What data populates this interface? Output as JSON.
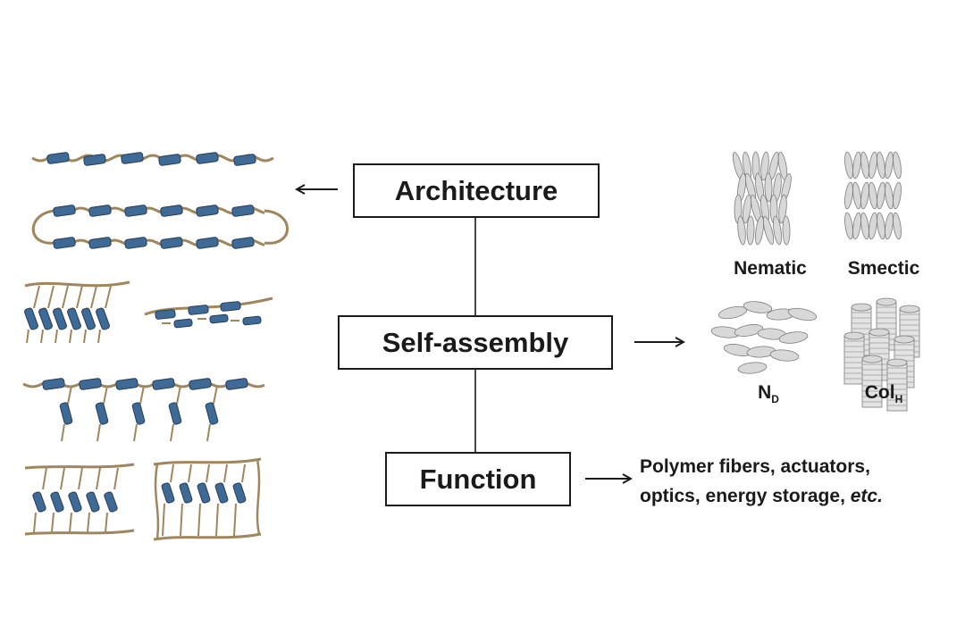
{
  "flow": {
    "architecture": "Architecture",
    "self_assembly": "Self-assembly",
    "function": "Function"
  },
  "phases": {
    "nematic": "Nematic",
    "smectic": "Smectic",
    "nd_main": "N",
    "nd_sub": "D",
    "colh_main": "Col",
    "colh_sub": "H"
  },
  "function_output": {
    "line1": "Polymer fibers, actuators,",
    "line2_prefix": "optics, energy storage, ",
    "line2_italic": "etc."
  },
  "colors": {
    "mesogen": "#3f6a95",
    "backbone": "#a0865c",
    "ink": "#1a1a1a",
    "phase_gray": "#c9c9c9"
  }
}
